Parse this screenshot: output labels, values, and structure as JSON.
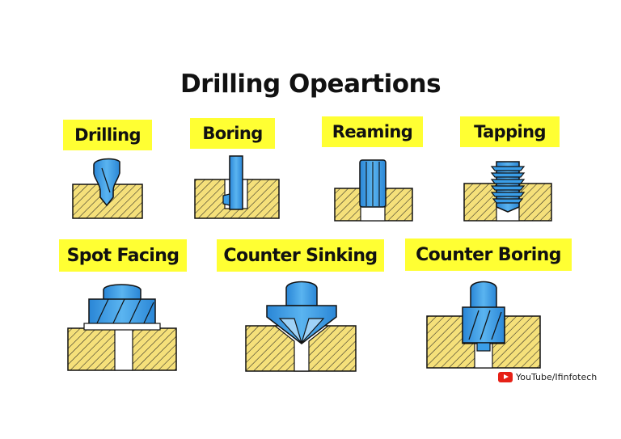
{
  "title": "Drilling Opeartions",
  "operations": [
    {
      "id": "drilling",
      "label": "Drilling"
    },
    {
      "id": "boring",
      "label": "Boring"
    },
    {
      "id": "reaming",
      "label": "Reaming"
    },
    {
      "id": "tapping",
      "label": "Tapping"
    },
    {
      "id": "spot-facing",
      "label": "Spot Facing"
    },
    {
      "id": "counter-sinking",
      "label": "Counter Sinking"
    },
    {
      "id": "counter-boring",
      "label": "Counter Boring"
    }
  ],
  "credit": {
    "text": "YouTube/Ifinfotech",
    "icon": "youtube-play-icon"
  },
  "colors": {
    "label_bg": "#ffff33",
    "workpiece": "#f5e07a",
    "tool": "#3a9ee8",
    "tool_light": "#9fd2f7",
    "outline": "#111111"
  }
}
